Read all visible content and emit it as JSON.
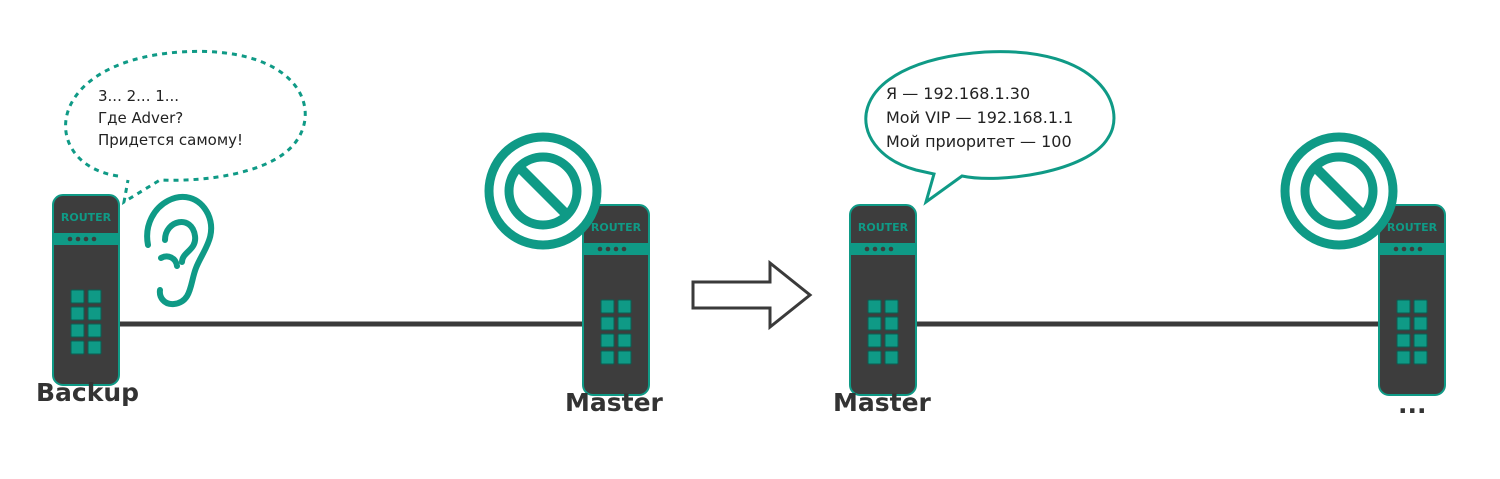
{
  "colors": {
    "teal": "#0f9a86",
    "router_body": "#3d3d3d",
    "cable": "#3a3a3a",
    "text": "#222222"
  },
  "router_label": "ROUTER",
  "scene_left": {
    "bubble_lines": [
      "3... 2... 1...",
      "Где Adver?",
      "Придется самому!"
    ],
    "left_role": "Backup",
    "right_role": "Master"
  },
  "scene_right": {
    "bubble_lines": [
      "Я — 192.168.1.30",
      "Мой VIP — 192.168.1.1",
      "Мой приоритет — 100"
    ],
    "left_role": "Master",
    "right_role": "..."
  },
  "icons": {
    "listening": "ear-icon",
    "unavailable": "prohibited-icon",
    "transition": "arrow-right-icon"
  }
}
